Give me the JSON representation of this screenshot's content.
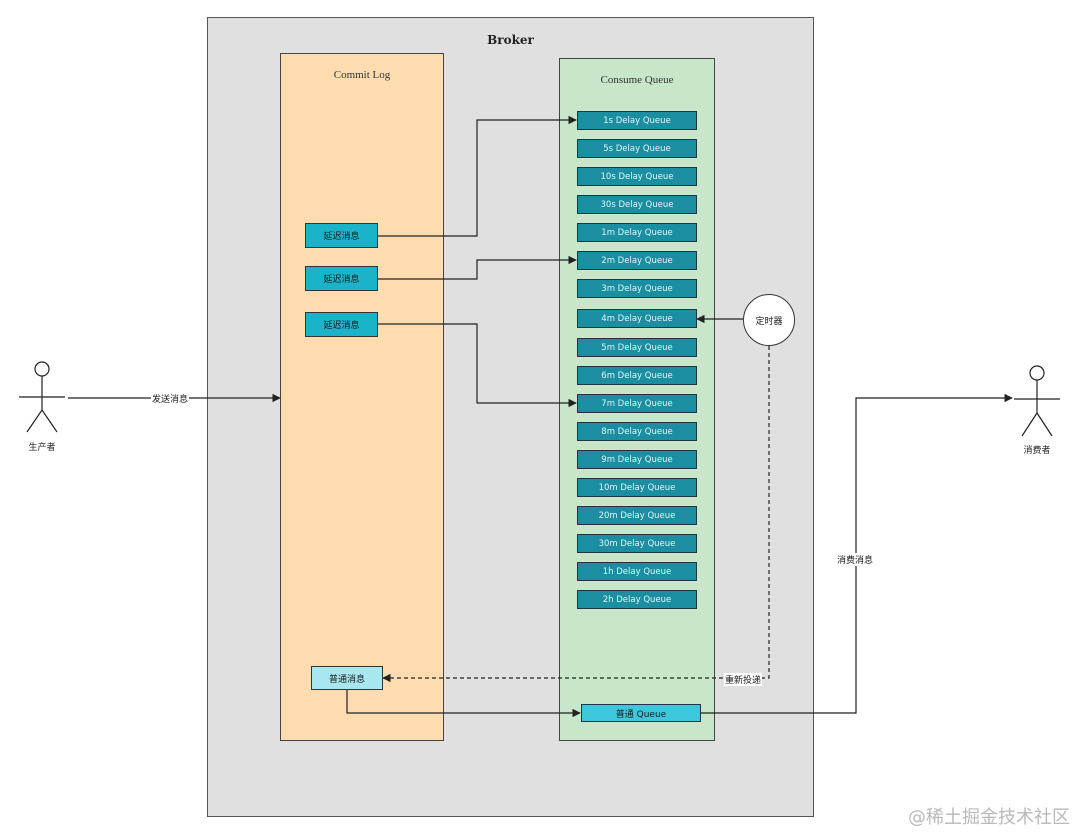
{
  "broker": {
    "title": "Broker"
  },
  "commit_log": {
    "title": "Commit Log",
    "delay_messages": [
      "延迟消息",
      "延迟消息",
      "延迟消息"
    ],
    "normal_message": "普通消息"
  },
  "consume_queue": {
    "title": "Consume Queue",
    "delay_queues": [
      "1s Delay Queue",
      "5s Delay Queue",
      "10s Delay Queue",
      "30s Delay Queue",
      "1m Delay Queue",
      "2m Delay Queue",
      "3m Delay Queue",
      "4m Delay Queue",
      "5m Delay Queue",
      "6m Delay Queue",
      "7m Delay Queue",
      "8m Delay Queue",
      "9m Delay Queue",
      "10m Delay Queue",
      "20m Delay Queue",
      "30m Delay Queue",
      "1h Delay Queue",
      "2h Delay Queue"
    ],
    "normal_queue": "普通 Queue"
  },
  "timer": {
    "label": "定时器"
  },
  "producer": {
    "label": "生产者",
    "send_label": "发送消息"
  },
  "consumer": {
    "label": "消费者",
    "consume_label": "消费消息"
  },
  "redeliver_label": "重新投递",
  "watermark": "@稀土掘金技术社区",
  "colors": {
    "broker_bg": "#e0e0e0",
    "commit_log_bg": "#fdddb0",
    "consume_queue_bg": "#c8e6c9",
    "delay_message": "#1ab3c9",
    "normal_message": "#a8e7ef",
    "delay_queue": "#1b8fa1",
    "normal_queue": "#3cc7dc"
  }
}
